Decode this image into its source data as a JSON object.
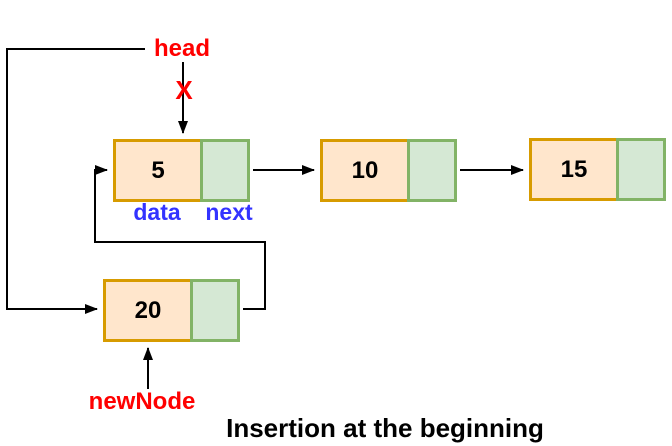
{
  "diagram": {
    "title": "Insertion at the beginning",
    "labels": {
      "head": "head",
      "removed_marker": "X",
      "data_field": "data",
      "next_field": "next",
      "new_node": "newNode"
    },
    "nodes": [
      {
        "name": "node-5",
        "value": "5"
      },
      {
        "name": "node-10",
        "value": "10"
      },
      {
        "name": "node-15",
        "value": "15"
      },
      {
        "name": "node-20",
        "value": "20"
      }
    ],
    "colors": {
      "node_data_fill": "#FFE6CC",
      "node_data_border": "#D79B00",
      "node_next_fill": "#D5E8D4",
      "node_next_border": "#82B366",
      "pointer_label": "#FF0000",
      "field_label": "#3333FF",
      "arrow": "#000000",
      "title_text": "#000000"
    }
  }
}
